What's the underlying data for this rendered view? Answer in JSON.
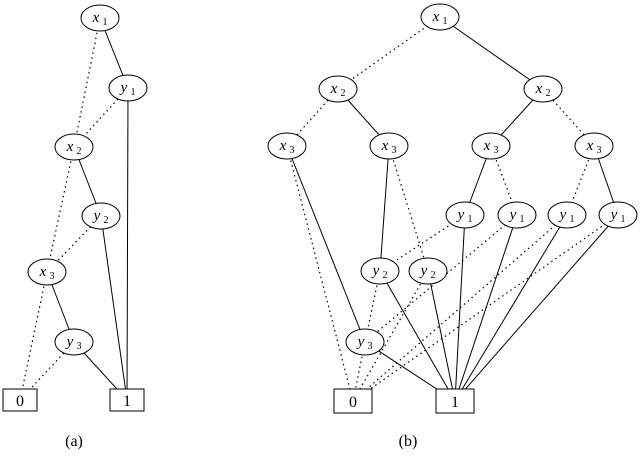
{
  "diagrams": [
    {
      "caption": "(a)",
      "nodes": [
        {
          "id": "a_x1",
          "var": "x",
          "sub": "1"
        },
        {
          "id": "a_y1",
          "var": "y",
          "sub": "1"
        },
        {
          "id": "a_x2",
          "var": "x",
          "sub": "2"
        },
        {
          "id": "a_y2",
          "var": "y",
          "sub": "2"
        },
        {
          "id": "a_x3",
          "var": "x",
          "sub": "3"
        },
        {
          "id": "a_y3",
          "var": "y",
          "sub": "3"
        },
        {
          "id": "a_t0",
          "terminal": "0"
        },
        {
          "id": "a_t1",
          "terminal": "1"
        }
      ],
      "edges": [
        {
          "from": "a_x1",
          "to": "a_y1",
          "style": "solid"
        },
        {
          "from": "a_x1",
          "to": "a_x2",
          "style": "dotted"
        },
        {
          "from": "a_y1",
          "to": "a_t1",
          "style": "solid"
        },
        {
          "from": "a_y1",
          "to": "a_x2",
          "style": "dotted"
        },
        {
          "from": "a_x2",
          "to": "a_y2",
          "style": "solid"
        },
        {
          "from": "a_x2",
          "to": "a_x3",
          "style": "dotted"
        },
        {
          "from": "a_y2",
          "to": "a_t1",
          "style": "solid"
        },
        {
          "from": "a_y2",
          "to": "a_x3",
          "style": "dotted"
        },
        {
          "from": "a_x3",
          "to": "a_y3",
          "style": "solid"
        },
        {
          "from": "a_x3",
          "to": "a_t0",
          "style": "dotted"
        },
        {
          "from": "a_y3",
          "to": "a_t1",
          "style": "solid"
        },
        {
          "from": "a_y3",
          "to": "a_t0",
          "style": "dotted"
        }
      ]
    },
    {
      "caption": "(b)",
      "nodes": [
        {
          "id": "b_x1",
          "var": "x",
          "sub": "1"
        },
        {
          "id": "b_x2L",
          "var": "x",
          "sub": "2"
        },
        {
          "id": "b_x2R",
          "var": "x",
          "sub": "2"
        },
        {
          "id": "b_x3a",
          "var": "x",
          "sub": "3"
        },
        {
          "id": "b_x3b",
          "var": "x",
          "sub": "3"
        },
        {
          "id": "b_x3c",
          "var": "x",
          "sub": "3"
        },
        {
          "id": "b_x3d",
          "var": "x",
          "sub": "3"
        },
        {
          "id": "b_y1a",
          "var": "y",
          "sub": "1"
        },
        {
          "id": "b_y1b",
          "var": "y",
          "sub": "1"
        },
        {
          "id": "b_y1c",
          "var": "y",
          "sub": "1"
        },
        {
          "id": "b_y1d",
          "var": "y",
          "sub": "1"
        },
        {
          "id": "b_y2a",
          "var": "y",
          "sub": "2"
        },
        {
          "id": "b_y2b",
          "var": "y",
          "sub": "2"
        },
        {
          "id": "b_y3",
          "var": "y",
          "sub": "3"
        },
        {
          "id": "b_t0",
          "terminal": "0"
        },
        {
          "id": "b_t1",
          "terminal": "1"
        }
      ],
      "edges": [
        {
          "from": "b_x1",
          "to": "b_x2L",
          "style": "dotted"
        },
        {
          "from": "b_x1",
          "to": "b_x2R",
          "style": "solid"
        },
        {
          "from": "b_x2L",
          "to": "b_x3a",
          "style": "dotted"
        },
        {
          "from": "b_x2L",
          "to": "b_x3b",
          "style": "solid"
        },
        {
          "from": "b_x2R",
          "to": "b_x3c",
          "style": "solid"
        },
        {
          "from": "b_x2R",
          "to": "b_x3d",
          "style": "dotted"
        },
        {
          "from": "b_x3a",
          "to": "b_y3",
          "style": "solid"
        },
        {
          "from": "b_x3a",
          "to": "b_t0",
          "style": "dotted"
        },
        {
          "from": "b_x3b",
          "to": "b_y2a",
          "style": "solid"
        },
        {
          "from": "b_x3b",
          "to": "b_y2b",
          "style": "dotted"
        },
        {
          "from": "b_x3c",
          "to": "b_y1a",
          "style": "solid"
        },
        {
          "from": "b_x3c",
          "to": "b_y1b",
          "style": "dotted"
        },
        {
          "from": "b_x3d",
          "to": "b_y1c",
          "style": "dotted"
        },
        {
          "from": "b_x3d",
          "to": "b_y1d",
          "style": "solid"
        },
        {
          "from": "b_y1a",
          "to": "b_t1",
          "style": "solid"
        },
        {
          "from": "b_y1a",
          "to": "b_y2a",
          "style": "dotted"
        },
        {
          "from": "b_y1b",
          "to": "b_t1",
          "style": "solid"
        },
        {
          "from": "b_y1b",
          "to": "b_y3",
          "style": "dotted"
        },
        {
          "from": "b_y1c",
          "to": "b_t1",
          "style": "solid"
        },
        {
          "from": "b_y1c",
          "to": "b_t0",
          "style": "dotted"
        },
        {
          "from": "b_y1d",
          "to": "b_t1",
          "style": "solid"
        },
        {
          "from": "b_y1d",
          "to": "b_t0",
          "style": "dotted"
        },
        {
          "from": "b_y2a",
          "to": "b_t1",
          "style": "solid"
        },
        {
          "from": "b_y2a",
          "to": "b_y3",
          "style": "dotted"
        },
        {
          "from": "b_y2b",
          "to": "b_t1",
          "style": "solid"
        },
        {
          "from": "b_y2b",
          "to": "b_t0",
          "style": "dotted"
        },
        {
          "from": "b_y3",
          "to": "b_t1",
          "style": "solid"
        },
        {
          "from": "b_y3",
          "to": "b_t0",
          "style": "dotted"
        }
      ]
    }
  ]
}
